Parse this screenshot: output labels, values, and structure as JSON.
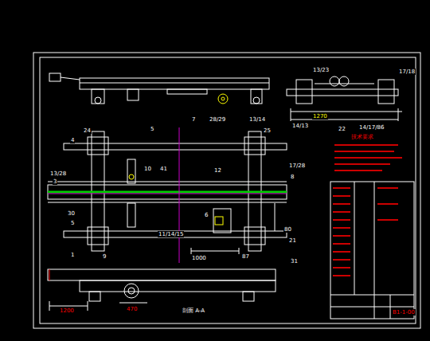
{
  "diagram": {
    "labels": [
      "7",
      "28/29",
      "13/14",
      "13/23",
      "17/18",
      "14/13",
      "22",
      "14/17/86",
      "1270",
      "24",
      "5",
      "25",
      "4",
      "10",
      "41",
      "12",
      "17/28",
      "8",
      "13/28",
      "3",
      "30",
      "5",
      "11/14/15",
      "6",
      "21",
      "80",
      "1",
      "9",
      "1000",
      "87",
      "31",
      "1200",
      "470",
      "剖面 A-A",
      "技术要求",
      "B1-1-00"
    ]
  }
}
